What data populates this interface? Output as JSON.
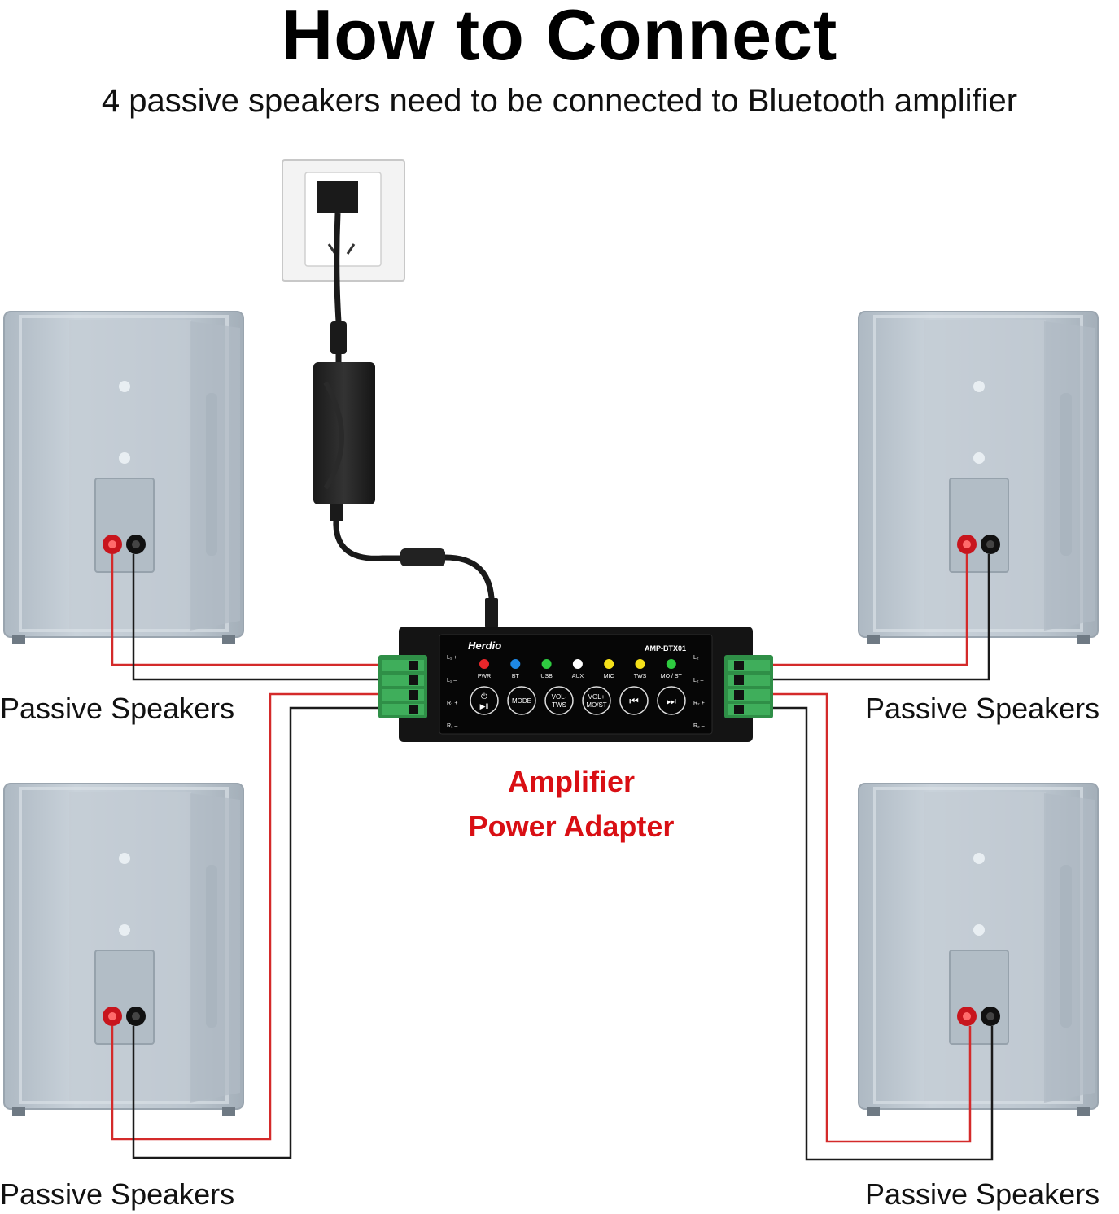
{
  "title": "How to Connect",
  "subtitle": "4 passive speakers need to be connected to  Bluetooth amplifier",
  "speaker_label": "Passive Speakers",
  "labels": {
    "amplifier": "Amplifier",
    "power_adapter": "Power Adapter"
  },
  "amplifier": {
    "brand": "Herdio",
    "model": "AMP-BTX01",
    "indicators": [
      {
        "label": "PWR",
        "color": "#e8262a"
      },
      {
        "label": "BT",
        "color": "#1e88e5"
      },
      {
        "label": "USB",
        "color": "#2ecc40"
      },
      {
        "label": "AUX",
        "color": "#ffffff"
      },
      {
        "label": "MIC",
        "color": "#f5e11a"
      },
      {
        "label": "TWS",
        "color": "#f5e11a"
      },
      {
        "label": "MO / ST",
        "color": "#2ecc40"
      }
    ],
    "buttons": {
      "mode": "MODE",
      "vol_minus_1": "VOL-",
      "vol_minus_2": "TWS",
      "vol_plus_1": "VOL+",
      "vol_plus_2": "MO/ST"
    },
    "terminals_left": [
      "L₁ +",
      "L₁ –",
      "R₁ +",
      "R₁ –"
    ],
    "terminals_right": [
      "L₂ +",
      "L₂ –",
      "R₂ +",
      "R₂ –"
    ]
  },
  "colors": {
    "wire_red": "#d42a2a",
    "wire_black": "#1a1a1a",
    "speaker_body": "#bfc9d2",
    "label_red": "#d90f14"
  }
}
